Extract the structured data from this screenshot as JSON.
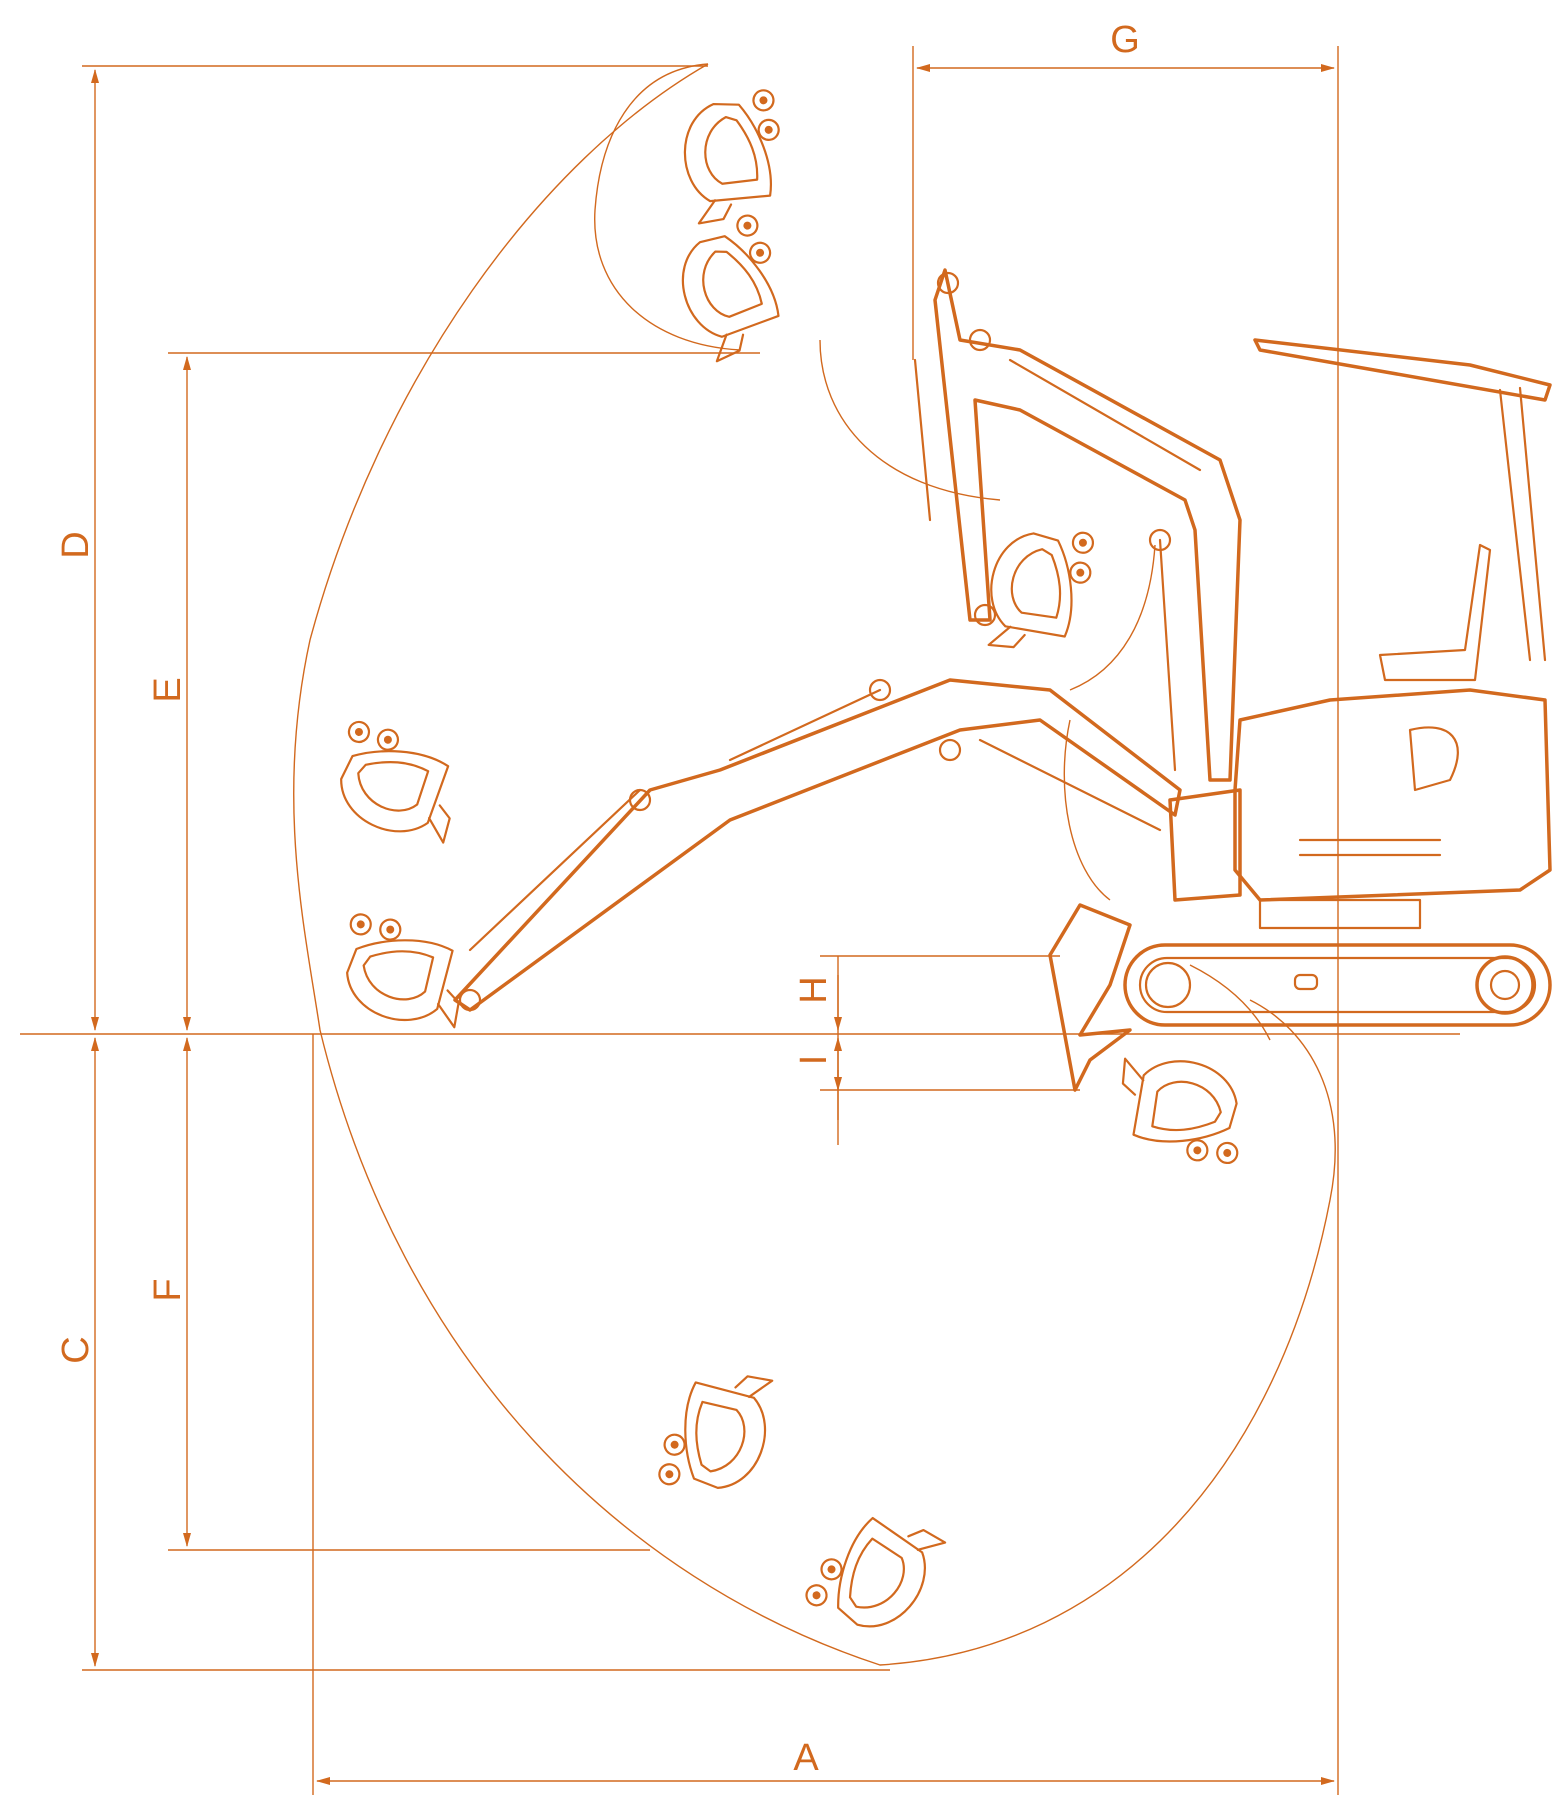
{
  "colors": {
    "accent": "#d2691e",
    "background": "#ffffff"
  },
  "dimension_labels": {
    "A": "A",
    "C": "C",
    "D": "D",
    "E": "E",
    "F": "F",
    "G": "G",
    "H": "H",
    "I": "I"
  }
}
